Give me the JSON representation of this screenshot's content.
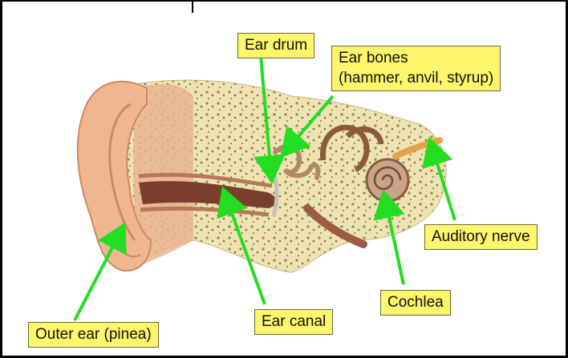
{
  "labels": {
    "ear_drum": "Ear drum",
    "ear_bones_line1": "Ear bones",
    "ear_bones_line2": "(hammer, anvil, styrup)",
    "auditory_nerve": "Auditory nerve",
    "cochlea": "Cochlea",
    "ear_canal": "Ear canal",
    "outer_ear": "Outer ear (pinea)"
  },
  "colors": {
    "label_fill": "#fdf56b",
    "arrow": "#22dd22",
    "skin": "#e8b08c",
    "bone": "#e9dca8",
    "canal": "#7a3f2c"
  }
}
